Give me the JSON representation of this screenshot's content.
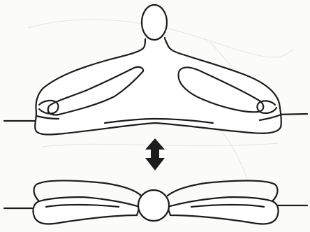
{
  "illustration": {
    "upper_figure": "seated-straddle-arms-forward",
    "lower_figure": "seated-straddle-folded-forward",
    "indicator": "double-headed-vertical-arrow",
    "ink_color": "#1c1c1c",
    "paper_color": "#fbfbfa"
  }
}
